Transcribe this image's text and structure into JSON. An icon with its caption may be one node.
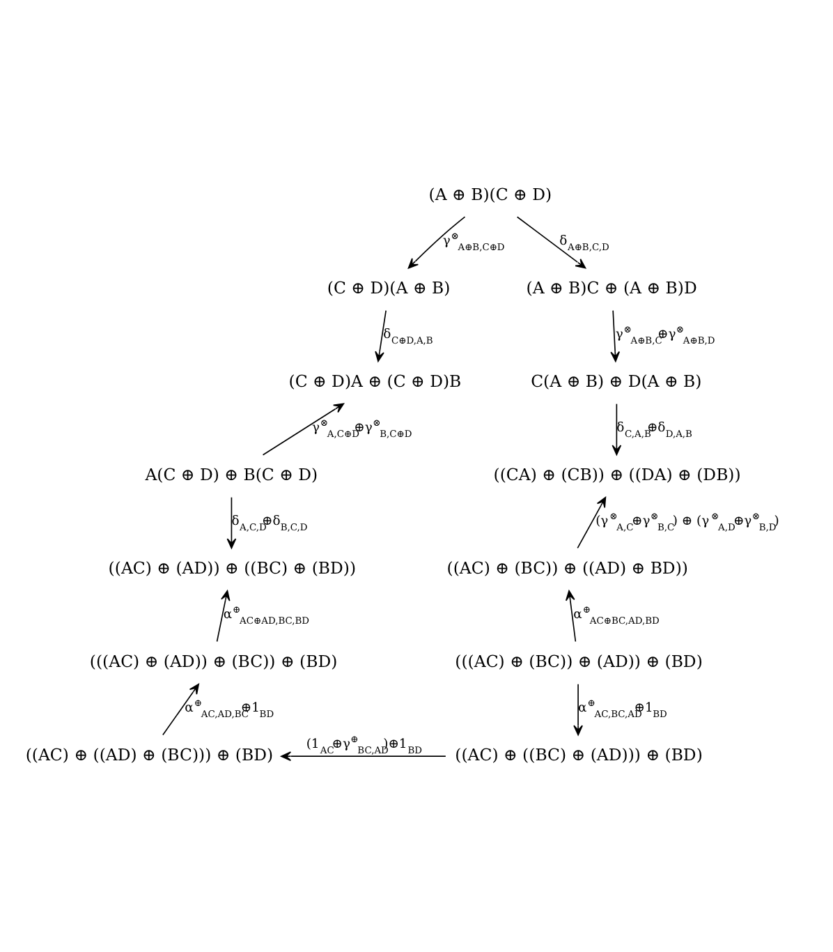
{
  "diagram": {
    "nodes": [
      {
        "text": [
          "(A ⊕ B)(C ⊕ D)"
        ]
      },
      {
        "text": [
          "(C ⊕ D)(A ⊕ B)"
        ]
      },
      {
        "text": [
          "(A ⊕ B)C ⊕ (A ⊕ B)D"
        ]
      },
      {
        "text": [
          "(C ⊕ D)A ⊕ (C ⊕ D)B"
        ]
      },
      {
        "text": [
          "C(A ⊕ B) ⊕ D(A ⊕ B)"
        ]
      },
      {
        "text": [
          "A(C ⊕ D) ⊕ B(C ⊕ D)"
        ]
      },
      {
        "text": [
          "((CA) ⊕ (CB)) ⊕ ((DA) ⊕ (DB))"
        ]
      },
      {
        "text": [
          "((AC) ⊕ (AD)) ⊕ ((BC) ⊕ (BD))"
        ]
      },
      {
        "text": [
          "((AC) ⊕ (BC)) ⊕ ((AD) ⊕ BD))"
        ]
      },
      {
        "text": [
          "(((AC) ⊕ (AD)) ⊕ (BC)) ⊕ (BD)"
        ]
      },
      {
        "text": [
          "(((AC) ⊕ (BC)) ⊕ (AD)) ⊕ (BD)"
        ]
      },
      {
        "text": [
          "((AC) ⊕ ((AD) ⊕ (BC))) ⊕ (BD)"
        ]
      },
      {
        "text": [
          "((AC) ⊕ ((BC) ⊕ (AD))) ⊕ (BD)"
        ]
      }
    ],
    "edges": [
      {
        "from": 0,
        "to": 1,
        "arrow": "to",
        "label": "γ$^{⊗}$$_{A⊕B,C⊕D}$"
      },
      {
        "from": 0,
        "to": 2,
        "arrow": "to",
        "label": "δ$_{A⊕B,C,D}$"
      },
      {
        "from": 1,
        "to": 3,
        "arrow": "to",
        "label": "δ$_{C⊕D,A,B}$"
      },
      {
        "from": 2,
        "to": 4,
        "arrow": "to",
        "label": "γ$^{⊗}$$_{A⊕B,C}$⊕γ$^{⊗}$$_{A⊕B,D}$"
      },
      {
        "from": 5,
        "to": 3,
        "arrow": "to",
        "label": "γ$^{⊗}$$_{A,C⊕D}$⊕γ$^{⊗}$$_{B,C⊕D}$"
      },
      {
        "from": 4,
        "to": 6,
        "arrow": "to",
        "label": "δ$_{C,A,B}$⊕δ$_{D,A,B}$"
      },
      {
        "from": 5,
        "to": 7,
        "arrow": "to",
        "label": "δ$_{A,C,D}$⊕δ$_{B,C,D}$"
      },
      {
        "from": 8,
        "to": 6,
        "arrow": "to",
        "label": "(γ$^{⊗}$$_{A,C}$⊕γ$^{⊗}$$_{B,C}$) ⊕ (γ$^{⊗}$$_{A,D}$⊕γ$^{⊗}$$_{B,D}$)"
      },
      {
        "from": 9,
        "to": 7,
        "arrow": "to",
        "label": "α$^{⊕}$$_{AC⊕AD,BC,BD}$"
      },
      {
        "from": 10,
        "to": 8,
        "arrow": "to",
        "label": "α$^{⊕}$$_{AC⊕BC,AD,BD}$"
      },
      {
        "from": 11,
        "to": 9,
        "arrow": "to",
        "label": "α$^{⊕}$$_{AC,AD,BC}$⊕1$_{BD}$"
      },
      {
        "from": 10,
        "to": 12,
        "arrow": "to",
        "label": "α$^{⊕}$$_{AC,BC,AD}$⊕1$_{BD}$"
      },
      {
        "from": 12,
        "to": 11,
        "arrow": "to",
        "label": "(1$_{AC}$⊕γ$^{⊕}$$_{BC,AD}$)⊕1$_{BD}$"
      }
    ]
  }
}
